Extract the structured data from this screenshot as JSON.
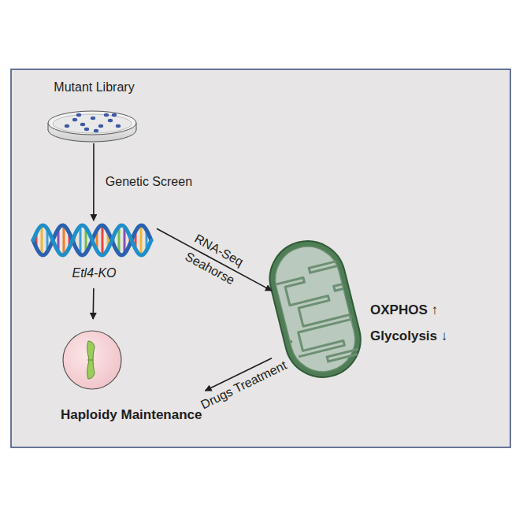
{
  "diagram": {
    "nodes": [
      {
        "text": [
          "Mutant Library"
        ]
      },
      {
        "text": [
          "Etl4-KO"
        ]
      },
      {
        "text": [
          "OXPHOS ↑",
          "Glycolysis ↓"
        ]
      },
      {
        "text": [
          "Haploidy Maintenance"
        ]
      }
    ],
    "edges": [
      {
        "from": 0,
        "to": 1,
        "arrow": "to",
        "label": "Genetic Screen"
      },
      {
        "from": 1,
        "to": 2,
        "arrow": "to",
        "label": "RNA-Seq"
      },
      {
        "from": 1,
        "to": 3,
        "arrow": "to"
      },
      {
        "from": 2,
        "to": 3,
        "arrow": "to",
        "label": "Drugs Treatment"
      }
    ],
    "labels": [
      "Seahorse"
    ]
  }
}
